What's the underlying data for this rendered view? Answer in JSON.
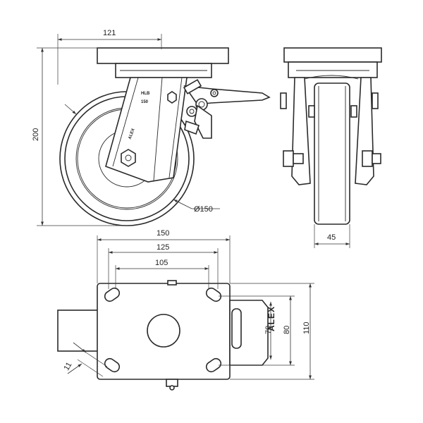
{
  "dimensions": {
    "front_width": "121",
    "height": "200",
    "wheel_diameter": "Ø150",
    "wheel_width": "45",
    "plate_length": "150",
    "hole_spacing_outer": "125",
    "hole_spacing_inner": "105",
    "plate_width": "110",
    "hole_spacing_side": "80",
    "hole_spacing_side_inner": "70",
    "bolt_hole": "11"
  },
  "markings": {
    "brand": "ALEX",
    "bracket_code": "HLB",
    "bracket_size": "150"
  }
}
